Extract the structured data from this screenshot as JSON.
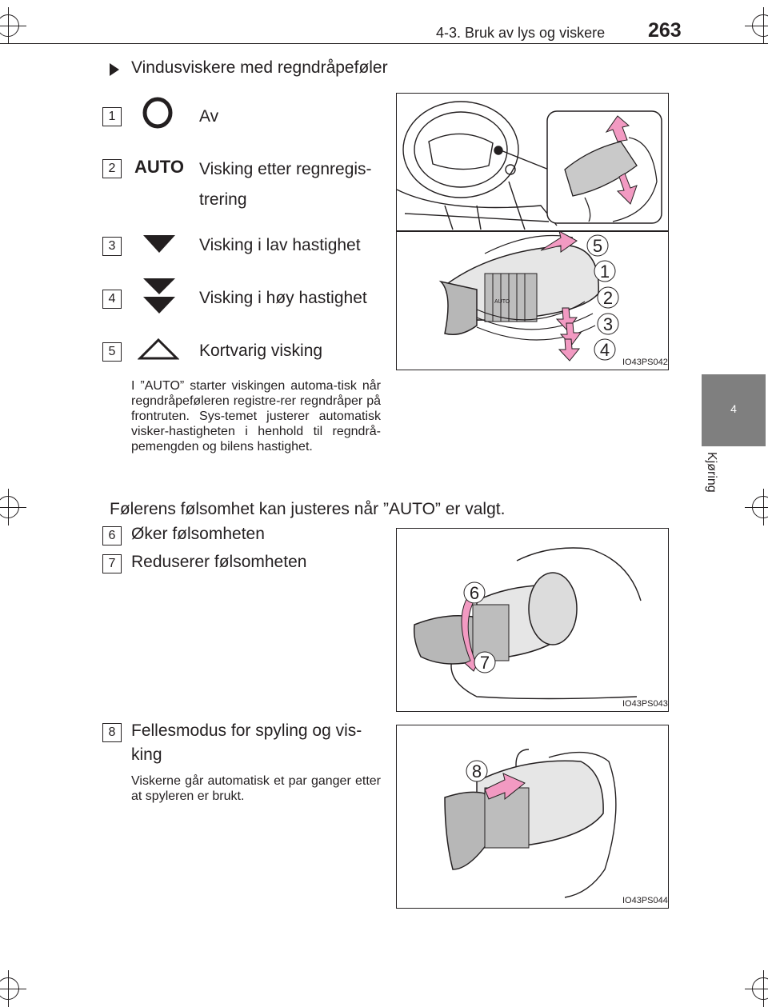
{
  "header": {
    "page_number": "263",
    "section": "4-3. Bruk av lys og viskere"
  },
  "side_tab": {
    "chapter_number": "4",
    "chapter_label": "Kjøring"
  },
  "main": {
    "heading": "Vindusviskere med regndråpeføler",
    "modes": [
      {
        "num": "1",
        "symbol": "circle-icon",
        "label": "Av"
      },
      {
        "num": "2",
        "symbol": "AUTO",
        "label": "Visking etter regnregis-",
        "label_cont": "trering"
      },
      {
        "num": "3",
        "symbol": "single-triangle-icon",
        "label": "Visking i lav hastighet"
      },
      {
        "num": "4",
        "symbol": "double-triangle-icon",
        "label": "Visking i høy hastighet"
      },
      {
        "num": "5",
        "symbol": "outline-triangle-icon",
        "label": "Kortvarig visking"
      }
    ],
    "auto_note": "I ”AUTO” starter viskingen automa-tisk når regndråpeføleren registre-rer regndråper på frontruten. Sys-temet justerer automatisk visker-hastigheten i henhold til regndrå-pemengden og bilens hastighet.",
    "sensitivity_title": "Følerens følsomhet kan justeres når ”AUTO” er valgt.",
    "sensitivity_items": [
      {
        "num": "6",
        "label": "Øker følsomheten"
      },
      {
        "num": "7",
        "label": "Reduserer følsomheten"
      }
    ],
    "wash_item": {
      "num": "8",
      "label": "Fellesmodus for spyling og vis-",
      "label_cont": "king"
    },
    "wash_note": "Viskerne går automatisk et par ganger etter at spyleren er brukt."
  },
  "figures": {
    "fig1_id": "IO43PS042",
    "fig1_callouts": [
      "5",
      "1",
      "2",
      "3",
      "4"
    ],
    "fig2_id": "IO43PS043",
    "fig2_callouts": [
      "6",
      "7"
    ],
    "fig3_id": "IO43PS044",
    "fig3_callouts": [
      "8"
    ],
    "stalk_label": "AUTO"
  },
  "colors": {
    "arrow_pink": "#f29ac2",
    "tab_gray": "#7f7f7f",
    "stalk_gray": "#b7b7b7"
  }
}
